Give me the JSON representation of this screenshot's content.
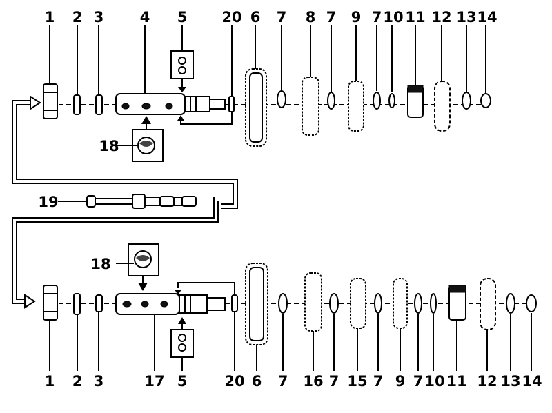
{
  "diagram": {
    "top_labels": [
      "1",
      "2",
      "3",
      "4",
      "5",
      "20",
      "6",
      "7",
      "8",
      "7",
      "9",
      "7",
      "10",
      "11",
      "12",
      "13",
      "14"
    ],
    "middle_label": "19",
    "top_inset_label": "18",
    "bottom_inset_label": "18",
    "bottom_labels": [
      "1",
      "2",
      "3",
      "17",
      "5",
      "20",
      "6",
      "7",
      "16",
      "7",
      "15",
      "7",
      "9",
      "7",
      "10",
      "11",
      "12",
      "13",
      "14"
    ]
  }
}
